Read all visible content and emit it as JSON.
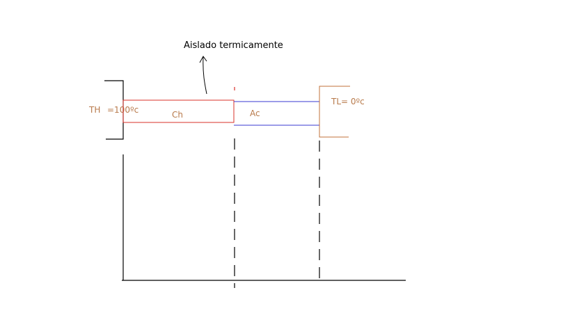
{
  "annotation": {
    "label": "Aislado termicamente"
  },
  "hot_side": {
    "label_th": "TH",
    "label_temp": "=100ºc"
  },
  "rods": {
    "ch_label": "Ch",
    "ac_label": "Ac"
  },
  "cold_side": {
    "label": "TL= 0ºc"
  },
  "colors": {
    "ink": "#000000",
    "copper": "#d9302a",
    "aluminum": "#3a3ad0",
    "brown_text": "#b87a4b",
    "cold_bracket": "#c0703a"
  }
}
